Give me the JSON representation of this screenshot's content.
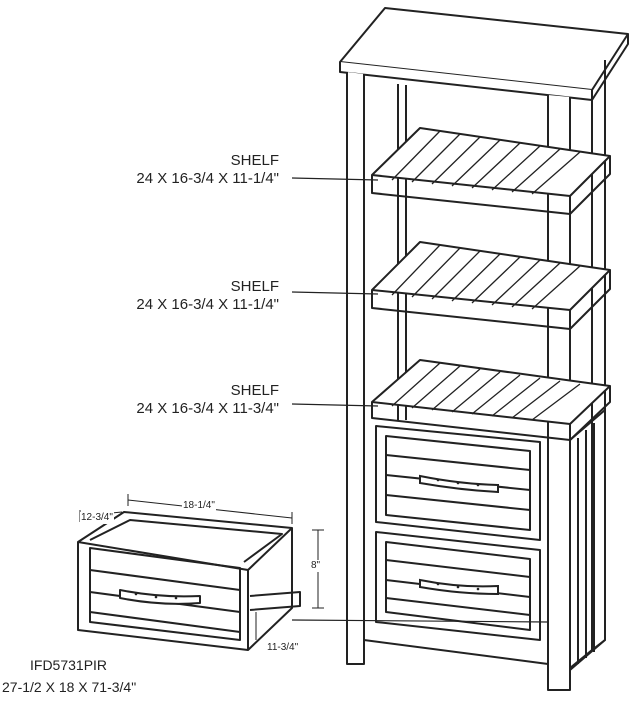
{
  "callouts": [
    {
      "name": "SHELF",
      "size": "24 X 16-3/4 X 11-1/4\""
    },
    {
      "name": "SHELF",
      "size": "24 X 16-3/4 X 11-1/4\""
    },
    {
      "name": "SHELF",
      "size": "24 X 16-3/4 X 11-3/4\""
    }
  ],
  "drawer_dims": {
    "width": "18-1/4\"",
    "depth": "12-3/4\"",
    "height": "8\"",
    "opening": "11-3/4\""
  },
  "model": {
    "code": "IFD5731PIR",
    "size": "27-1/2 X 18 X 71-3/4\""
  }
}
